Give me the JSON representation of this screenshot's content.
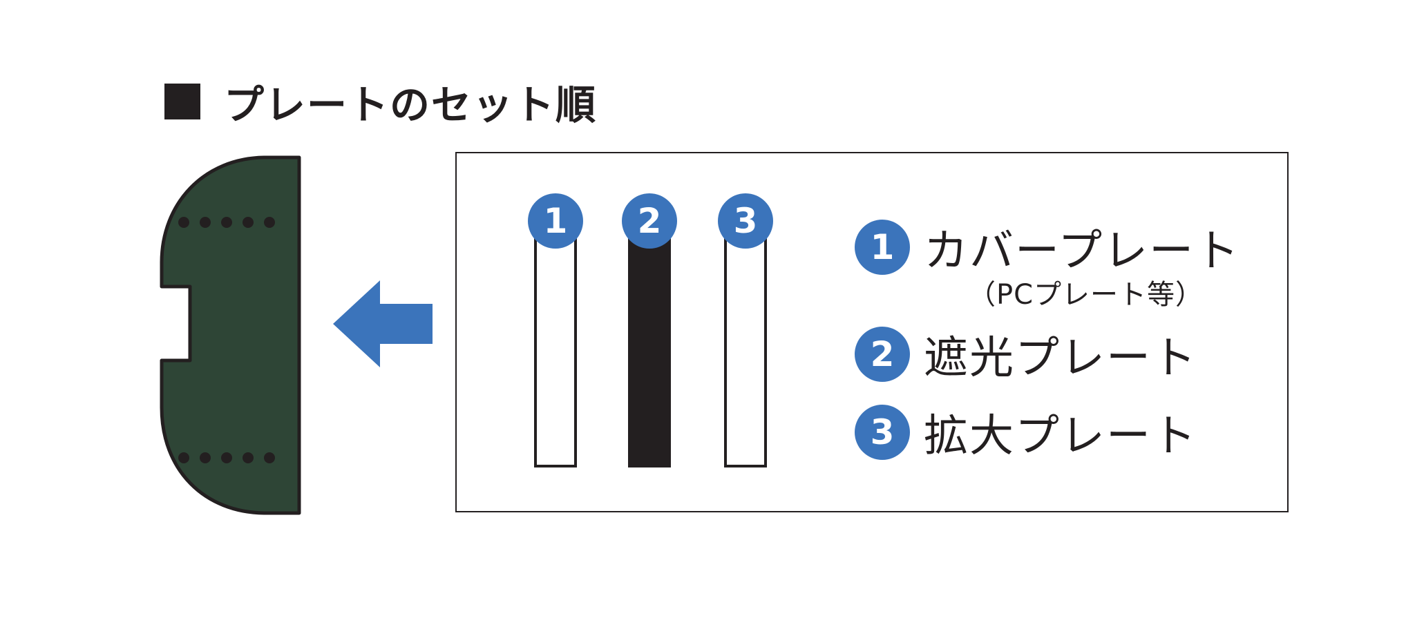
{
  "heading": {
    "marker": "■",
    "title": "プレートのセット順"
  },
  "colors": {
    "badge_blue": "#3b74bb",
    "arrow_blue": "#3b74bb",
    "dark_green": "#2e4536",
    "outline": "#231f20"
  },
  "icons": {
    "arrow": "left-arrow-icon",
    "marker": "black-square-icon"
  },
  "plates": [
    {
      "number": "1",
      "fill": "white"
    },
    {
      "number": "2",
      "fill": "black"
    },
    {
      "number": "3",
      "fill": "white"
    }
  ],
  "legend": [
    {
      "number": "1",
      "label": "カバープレート",
      "sub": "（PCプレート等）"
    },
    {
      "number": "2",
      "label": "遮光プレート"
    },
    {
      "number": "3",
      "label": "拡大プレート"
    }
  ]
}
